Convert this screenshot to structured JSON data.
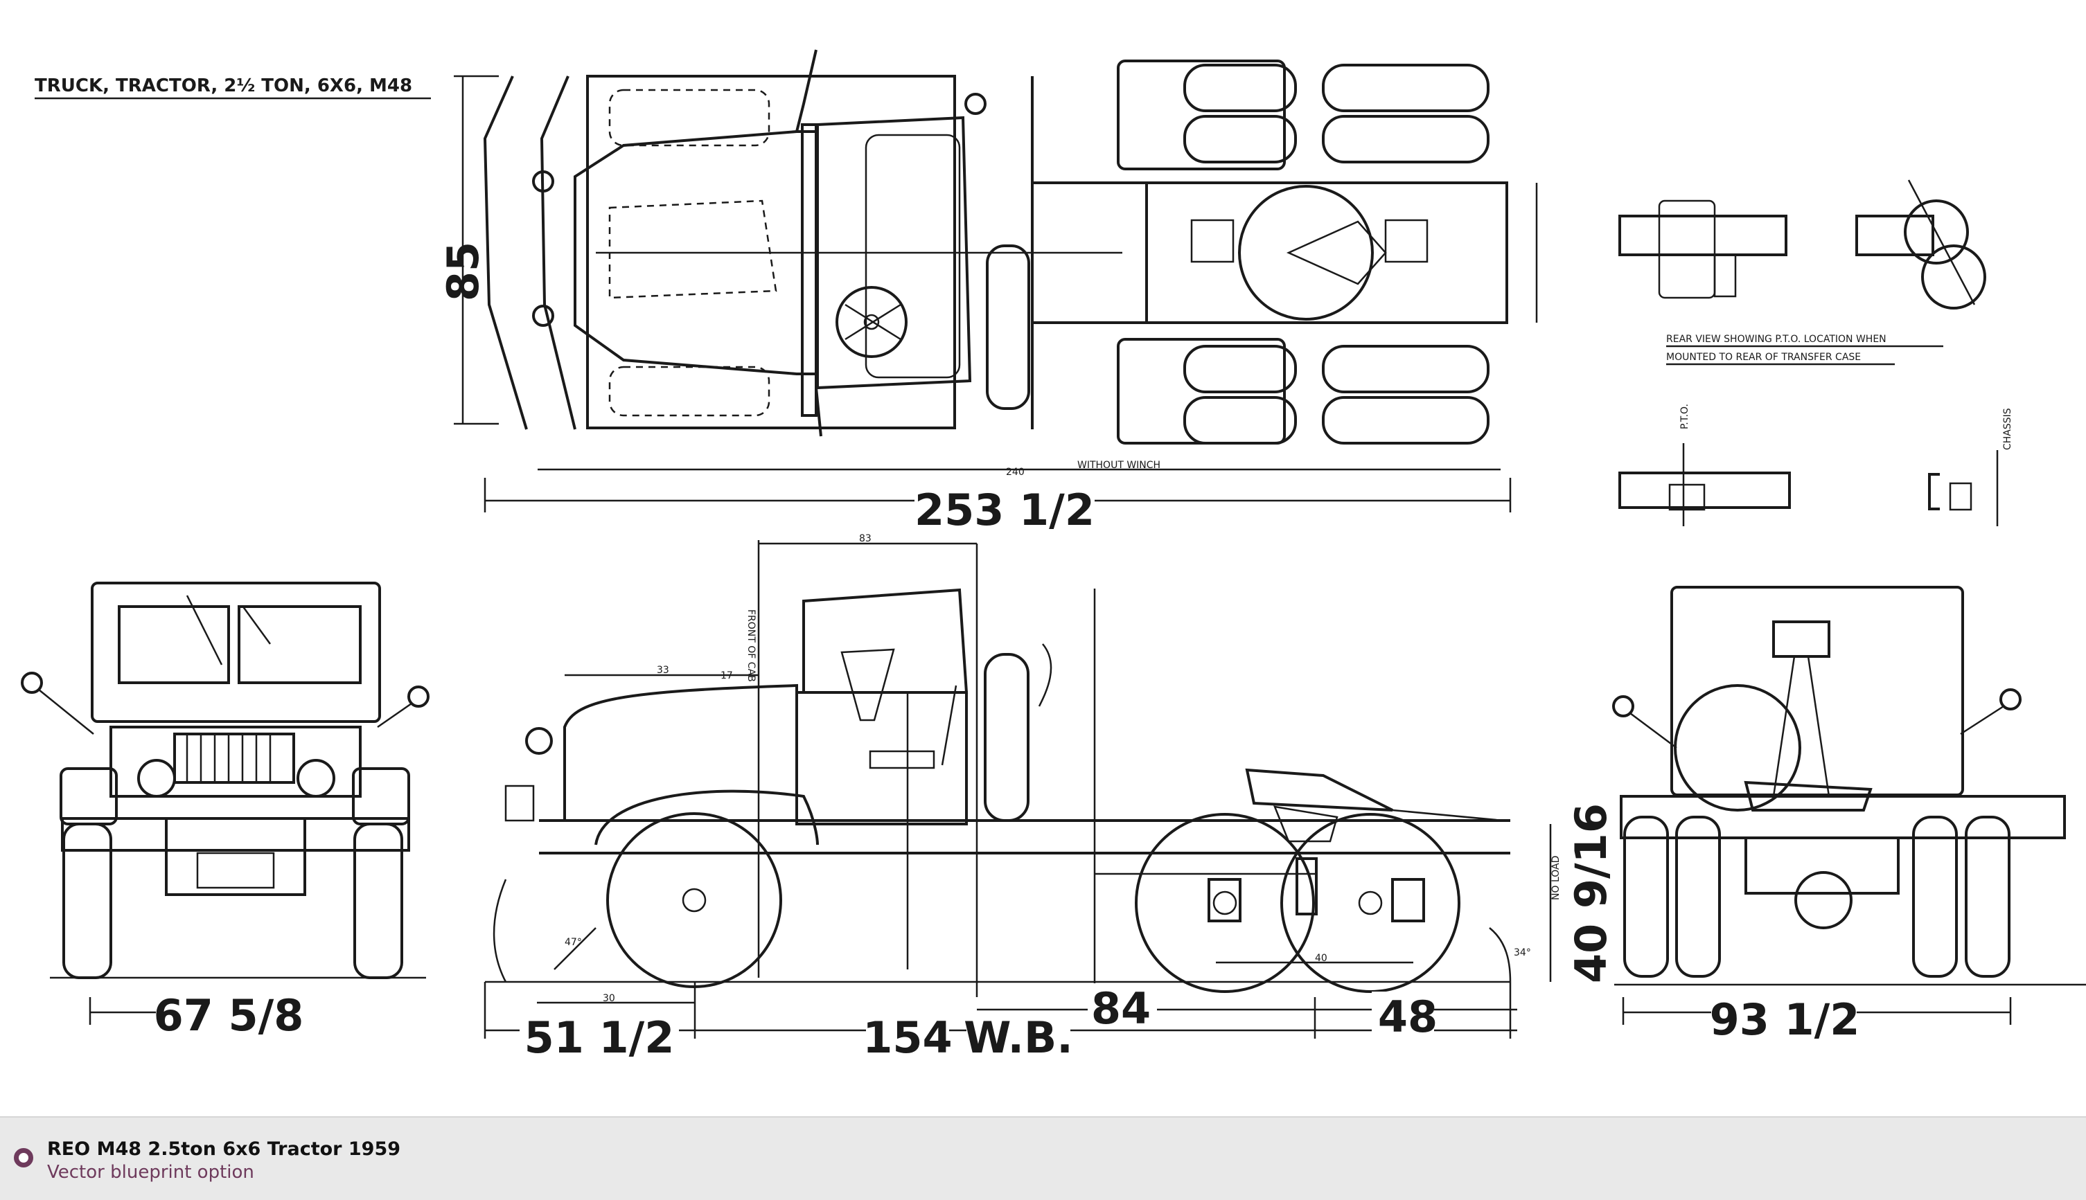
{
  "blueprint": {
    "title_label": "TRUCK, TRACTOR, 2½ TON, 6X6, M48",
    "pto_note_line1": "REAR VIEW SHOWING P.T.O. LOCATION WHEN",
    "pto_note_line2": "MOUNTED TO REAR OF TRANSFER CASE",
    "top_view": {
      "width_dim": "85",
      "overall_length_dim": "253 1/2",
      "small_dim_label": "240",
      "small_dim_text": "WITHOUT WINCH"
    },
    "side_view": {
      "front_overhang_dim": "51 1/2",
      "wheelbase_dim": "154",
      "wheelbase_abbr": "W.B.",
      "rear_dim": "84",
      "tandem_dim": "48",
      "fifth_wheel_height_dim": "40 9/16",
      "cab_dim": "83",
      "small_dim_1": "33",
      "small_dim_2": "17",
      "small_dim_3": "30",
      "small_dim_4": "40",
      "angle_front": "47°",
      "angle_rear": "34°",
      "front_of_cab_label": "FRONT OF CAB",
      "no_load_label": "NO LOAD"
    },
    "front_view": {
      "track_dim": "67 5/8"
    },
    "rear_view": {
      "width_dim": "93 1/2"
    },
    "detail_labels": {
      "pto": "P.T.O.",
      "chassis": "CHASSIS"
    }
  },
  "footer": {
    "title": "REO M48 2.5ton 6x6 Tractor 1959",
    "subtitle": "Vector blueprint option",
    "accent_color": "#6e3a5c"
  }
}
